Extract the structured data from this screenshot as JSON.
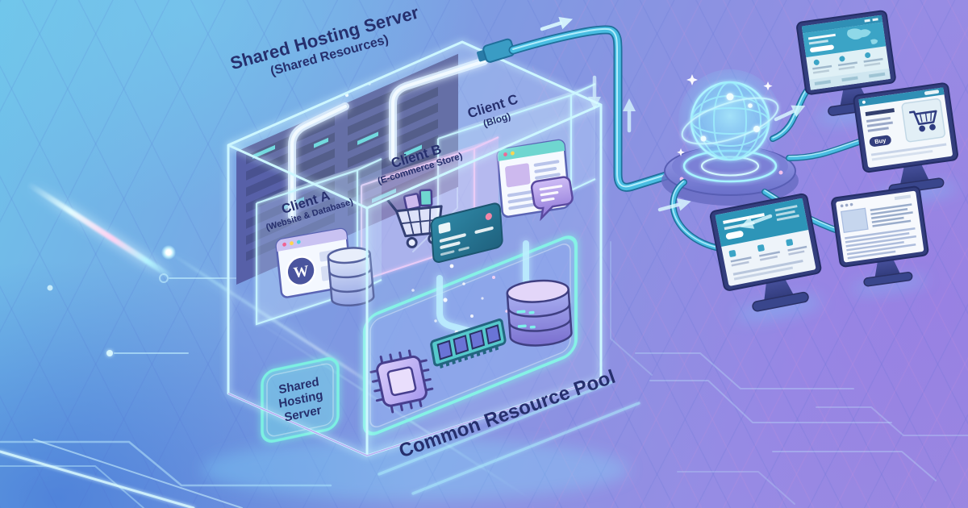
{
  "scene": {
    "title": "Shared Hosting Server",
    "subtitle": "(Shared Resources)",
    "server": {
      "badge_label": "Shared Hosting Server",
      "pool_label": "Common Resource Pool",
      "clients": [
        {
          "name": "Client A",
          "detail": "(Website & Database)"
        },
        {
          "name": "Client B",
          "detail": "(E-commerce Store)"
        },
        {
          "name": "Client C",
          "detail": "(Blog)"
        }
      ],
      "resource_pool_icons": [
        "cpu-icon",
        "ram-icon",
        "database-stack-icon"
      ]
    },
    "icons": {
      "wordpress_w": "W"
    },
    "monitors": {
      "buy_label": "Buy",
      "screens": [
        "website-with-world-map",
        "ecommerce-store",
        "landing-page",
        "blog-page"
      ]
    },
    "colors": {
      "text_navy": "#262f6d",
      "glow_cyan": "#c8f7ff",
      "glow_teal": "#7df0e2",
      "cable_teal": "#49bde2",
      "pink_tint": "#e9c0f4",
      "platform_purple": "#8187dc",
      "background_blue": "#74aee6",
      "background_purple": "#9a8ae0"
    }
  }
}
